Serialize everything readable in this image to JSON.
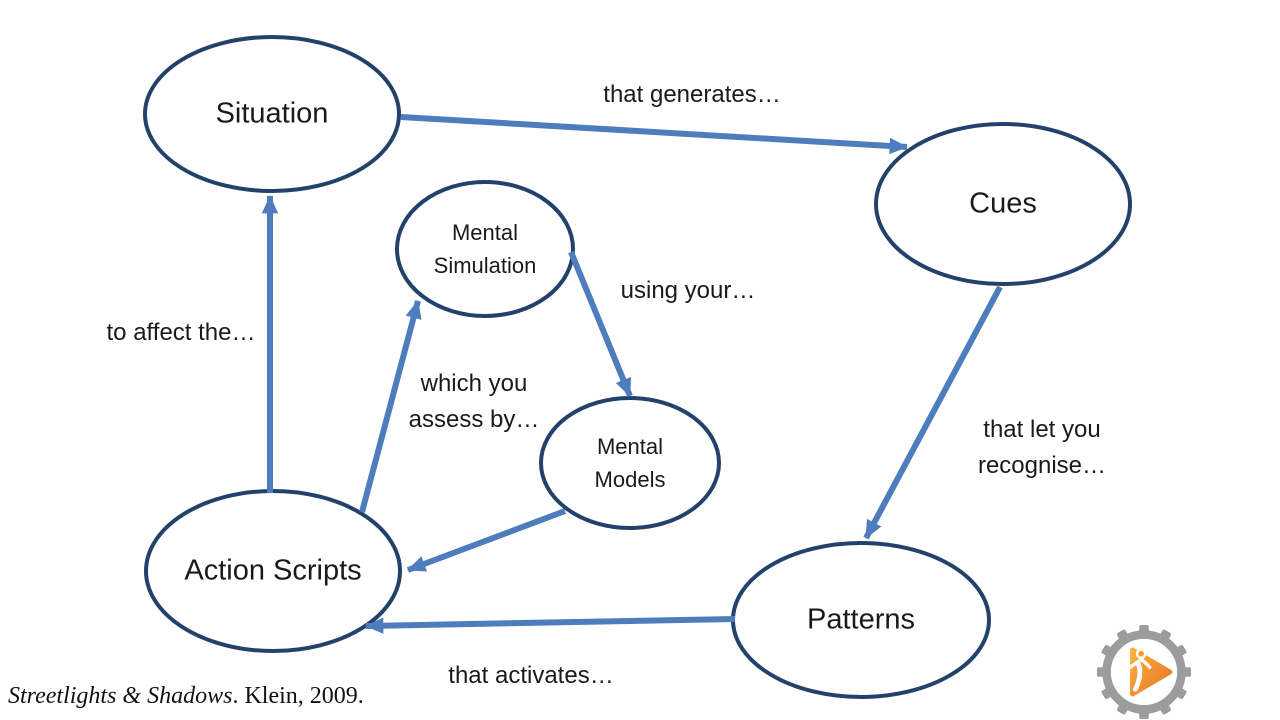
{
  "diagram": {
    "nodes": {
      "situation": {
        "label": "Situation"
      },
      "cues": {
        "label": "Cues"
      },
      "mental_simulation": {
        "label": "Mental\nSimulation"
      },
      "mental_models": {
        "label": "Mental\nModels"
      },
      "action_scripts": {
        "label": "Action Scripts"
      },
      "patterns": {
        "label": "Patterns"
      }
    },
    "edge_labels": {
      "that_generates": "that generates…",
      "using_your": "using your…",
      "that_let_you_recognise": "that let you\nrecognise…",
      "which_you_assess_by": "which you\nassess by…",
      "to_affect_the": "to affect the…",
      "that_activates": "that activates…"
    },
    "colors": {
      "arrow_blue": "#4E7DBD",
      "node_border_navy": "#23426B",
      "text": "#1A1A1A"
    }
  },
  "citation": {
    "title": "Streetlights & Shadows",
    "rest": ". Klein, 2009."
  },
  "logo": {
    "name": "gear-play-person-logo",
    "gear_gray": "#9C9C9C",
    "orange_light": "#FBB040",
    "orange_dark": "#E87424"
  }
}
